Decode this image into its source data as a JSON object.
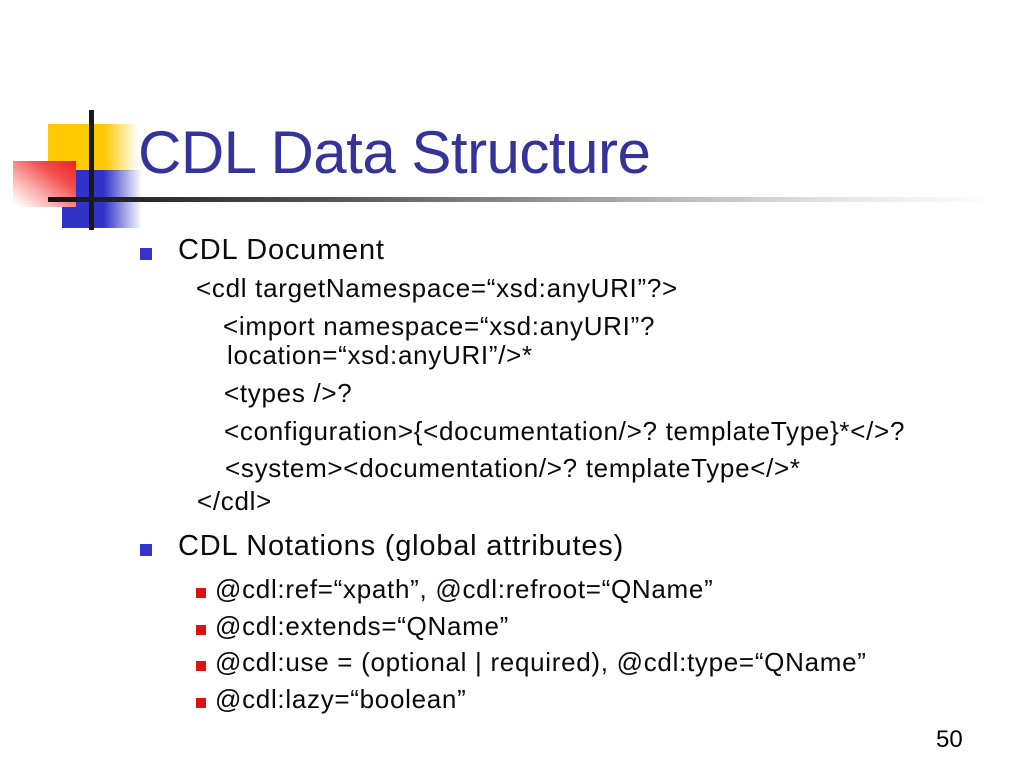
{
  "slide": {
    "title": "CDL Data Structure",
    "page_number": "50",
    "colors": {
      "title": "#333399",
      "text": "#0a0a0a",
      "bullet_blue": "#3333cc",
      "bullet_red": "#dd1111",
      "deco_yellow": "#ffc800",
      "deco_blue": "#3132c8",
      "deco_red": "#f01e1e"
    },
    "content": {
      "items": [
        {
          "kind": "main",
          "bullet": "blue-square",
          "text": "CDL Document"
        },
        {
          "kind": "code2",
          "bullet": "none",
          "text": "<cdl targetNamespace=“xsd:anyURI”?>"
        },
        {
          "kind": "code3",
          "bullet": "none",
          "text": "<import namespace=“xsd:anyURI”?"
        },
        {
          "kind": "code3cont",
          "bullet": "none",
          "text": "location=“xsd:anyURI”/>*"
        },
        {
          "kind": "code3",
          "bullet": "none",
          "text": "<types />?"
        },
        {
          "kind": "code3",
          "bullet": "none",
          "text": "<configuration>{<documentation/>? templateType}*</>?"
        },
        {
          "kind": "code3",
          "bullet": "none",
          "text": "<system><documentation/>? templateType</>*"
        },
        {
          "kind": "code2",
          "bullet": "none",
          "text": "</cdl>"
        },
        {
          "kind": "main",
          "bullet": "blue-square",
          "text": "CDL Notations (global attributes)"
        },
        {
          "kind": "sub",
          "bullet": "red-square",
          "text": "@cdl:ref=“xpath”, @cdl:refroot=“QName”"
        },
        {
          "kind": "sub",
          "bullet": "red-square",
          "text": "@cdl:extends=“QName”"
        },
        {
          "kind": "sub",
          "bullet": "red-square",
          "text": "@cdl:use = (optional | required), @cdl:type=“QName”"
        },
        {
          "kind": "sub",
          "bullet": "red-square",
          "text": "@cdl:lazy=“boolean”"
        }
      ]
    }
  }
}
